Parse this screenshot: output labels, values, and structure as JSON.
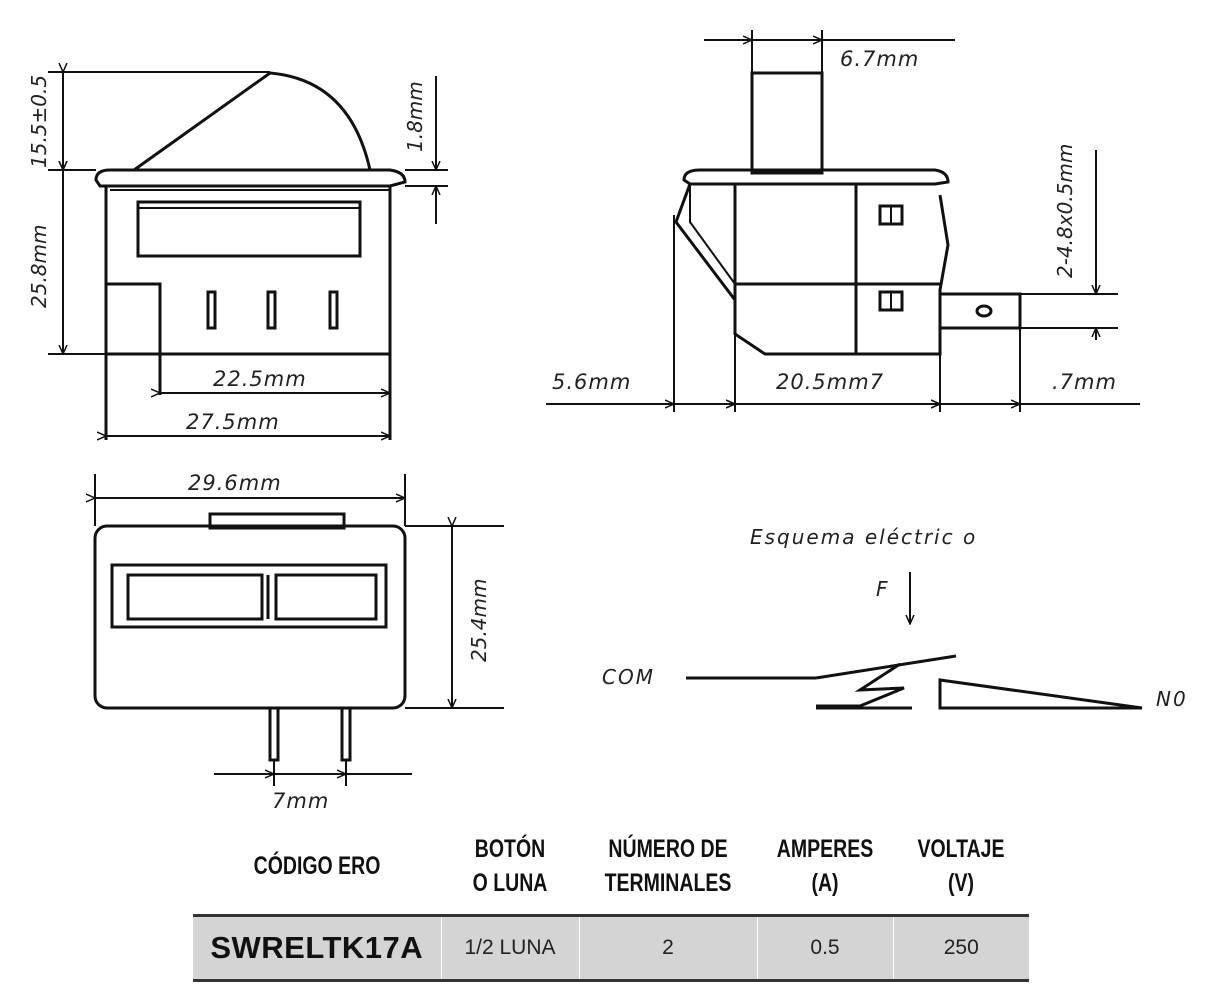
{
  "dimensions": {
    "front_height": "15.5±0.5",
    "front_lip": "1.8mm",
    "front_body_height": "25.8mm",
    "front_width_inner": "22.5mm",
    "front_width_outer": "27.5mm",
    "side_terminal_width": "6.7mm",
    "side_terminal_spacing": "2-4.8x0.5mm",
    "side_left": "5.6mm",
    "side_body": "20.5mm7",
    "side_right": ".7mm",
    "top_width": "29.6mm",
    "top_height": "25.4mm",
    "top_pin_spacing": "7mm"
  },
  "schematic": {
    "title": "Esquema eléctric  o",
    "force_label": "F",
    "com_label": "COM",
    "no_label": "N0"
  },
  "table": {
    "headers": [
      [
        "CÓDIGO ERO"
      ],
      [
        "BOTÓN",
        "O LUNA"
      ],
      [
        "NÚMERO DE",
        "TERMINALES"
      ],
      [
        "AMPERES",
        "(A)"
      ],
      [
        "VOLTAJE",
        "(V)"
      ]
    ],
    "row": {
      "code": "SWRELTK17A",
      "button": "1/2 LUNA",
      "terminals": "2",
      "amperes": "0.5",
      "voltage": "250"
    }
  }
}
